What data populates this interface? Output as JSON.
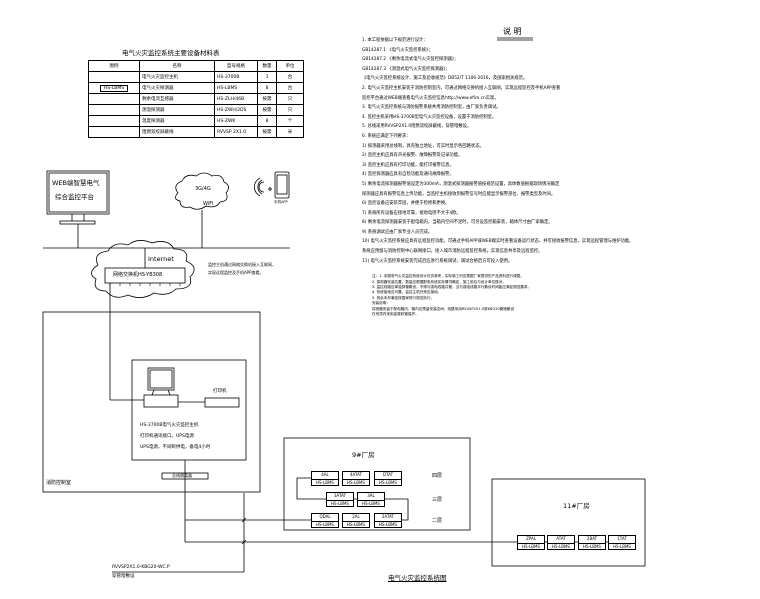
{
  "equipment_table": {
    "title": "电气火灾监控系统主要设备材料表",
    "headers": [
      "图例",
      "名称",
      "型号规格",
      "数量",
      "单位"
    ],
    "rows": [
      [
        "",
        "电气火灾监控主机",
        "HS-3700B",
        "1",
        "台"
      ],
      [
        "HS-LBMS",
        "电气火灾探测器",
        "HS-LBMS",
        "8",
        "台"
      ],
      [
        "",
        "剩余电流互感器",
        "HS-ZLH/46B",
        "按需",
        "只"
      ],
      [
        "",
        "测温探测器",
        "HS-ZWH/2DS",
        "按需",
        "只"
      ],
      [
        "",
        "温度探测器",
        "HS-ZWK",
        "8",
        "个"
      ],
      [
        "",
        "阻燃双绞屏蔽线",
        "RVVSP 2X1.0",
        "按需",
        "米"
      ]
    ]
  },
  "notes": {
    "title": "说 明",
    "lines": [
      "1. 本工程依据以下规范进行设计：",
      "   GB14287.1 《电气火灾监控系统》；",
      "   GB14287.2 《剩余电流式电气火灾监控探测器》；",
      "   GB14287.3 《测温式电气火灾监控探测器》；",
      "   《电气火灾监控系统设计、施工及验收规范》DB52/T 1106-2016，及国家相关规范。",
      "2. 电气火灾监控主机安装于消防控制室内，可通过网络交换机接入互联网，实现远程监控及手机APP查看",
      "   监控平台通过WEB端查看电气火灾监控信息http://www.efire.cn实现。",
      "3. 电气火灾监控系统与消防报警系统共用消防控制室，由厂家负责调试。",
      "4. 监控主机采用HS-3700B型电气火灾监控设备，设置于消防控制室。",
      "5. 总线采用RVVSP2X1.0阻燃双绞屏蔽线，穿管暗敷设。",
      "6. 系统应满足下列要求：",
      "   1) 探测器采用总线制，具有独立地址，可实时显示各回路状态。",
      "   2) 监控主机应具有声光报警、故障报警及记录功能。",
      "   3) 监控主机应具有打印功能，能打印报警信息。",
      "   4) 监控探测器应具有自检功能及通讯故障报警。",
      "   5) 剩余电流探测器报警值设定为300mA，测温式探测器报警值按规范设置，具体数值根据现场情况确定",
      "   探测器应具有报警信息上传功能，当监控主机接收到报警信号时应能显示报警部位、报警类型及时间。",
      "   6) 监控设备应安装牢固，并便于检修和更换。",
      "   7) 系统所有设备应接地可靠，接地电阻不大于4欧。",
      "   8) 剩余电流探测器安装于配电箱内，当箱内空间不足时，可另设监控箱安装，箱体尺寸由厂家确定。",
      "   9) 系统调试应由厂家专业人员完成。",
      "   10) 电气火灾监控系统应具有远程监控功能，可通过手机APP或WEB端实时查看设备运行状态，并可接收报警信息，实现远程管理与维护功能。",
      "   系统应预留与消防控制中心联网接口，接入城市消防远程监控系统，实现信息共享及远程监控。",
      "   11) 电气火灾监控系统安装完成后应进行系统调试，调试合格后方可投入使用。"
    ],
    "small_lines": [
      "注：1. 本图电气火灾监控系统设计仅供参考，实际施工时应根据厂家提供的产品资料进行调整。",
      "2. 探测器安装位置、数量应根据配电系统实际情况确定，施工前应与设计单位核对。",
      "3. 监控线路应单独穿管敷设，不得与强电线路共管，当与强电线路平行敷设时间距应满足规范要求。",
      "4. 系统接地应可靠，监控主机外壳应接地。",
      "5. 其余未尽事宜按国家现行规范执行。",
      "安装说明：",
      "探测器安装于配电箱内，箱内应预留安装空间，线路采用RVVSP2X1.0穿KBG20管暗敷设",
      "在吊顶内采用金属软管保护。"
    ]
  },
  "diagram": {
    "web_platform": [
      "WEB端智慧电气",
      "综合监控平台"
    ],
    "wireless": [
      "3G/4G",
      "WiFi"
    ],
    "phone_label": "手机APP",
    "internet": "Internet",
    "switch": "网络交换机HS-YB308",
    "switch_note": [
      "监控主机通过网络交换机接入互联网，",
      "实现远程监控及手机APP查看。"
    ],
    "printer": "打印机",
    "host_lines": [
      "HS-3700B电气火灾监控主机",
      "打印机通讯接口，UPS电源",
      "UPS电源，不间断供电，备电4小时"
    ],
    "isolator": "总线隔离器",
    "control_room": "消防控制室",
    "cable": "RVVSP2X1.0-KBG20-WC.P",
    "cable_note": "穿管暗敷设",
    "building9": {
      "title": "9#厂房",
      "floors": [
        "四层",
        "三层",
        "二层"
      ],
      "rows": [
        [
          {
            "name": "4AL",
            "model": "HS-LBMS"
          },
          {
            "name": "4ATAT",
            "model": "HS-LBMS"
          },
          {
            "name": "DTAT",
            "model": "HS-LBMS"
          }
        ],
        [
          {
            "name": "3ATAT",
            "model": "HS-LBMS"
          },
          {
            "name": "3AL",
            "model": "HS-LBMS"
          }
        ],
        [
          {
            "name": "QDAL",
            "model": "HS-LBMS"
          },
          {
            "name": "2AL",
            "model": "HS-LBMS"
          },
          {
            "name": "2ATAT",
            "model": "HS-LBMS"
          }
        ]
      ]
    },
    "building11": {
      "title": "11#厂房",
      "devices": [
        {
          "name": "ZPAL",
          "model": "HS-LBMS"
        },
        {
          "name": "ATAT",
          "model": "HS-LBMS"
        },
        {
          "name": "2BAT",
          "model": "HS-LBMS"
        },
        {
          "name": "1TAT",
          "model": "HS-LBMS"
        }
      ]
    },
    "drawing_title": "电气火灾监控系统图"
  }
}
